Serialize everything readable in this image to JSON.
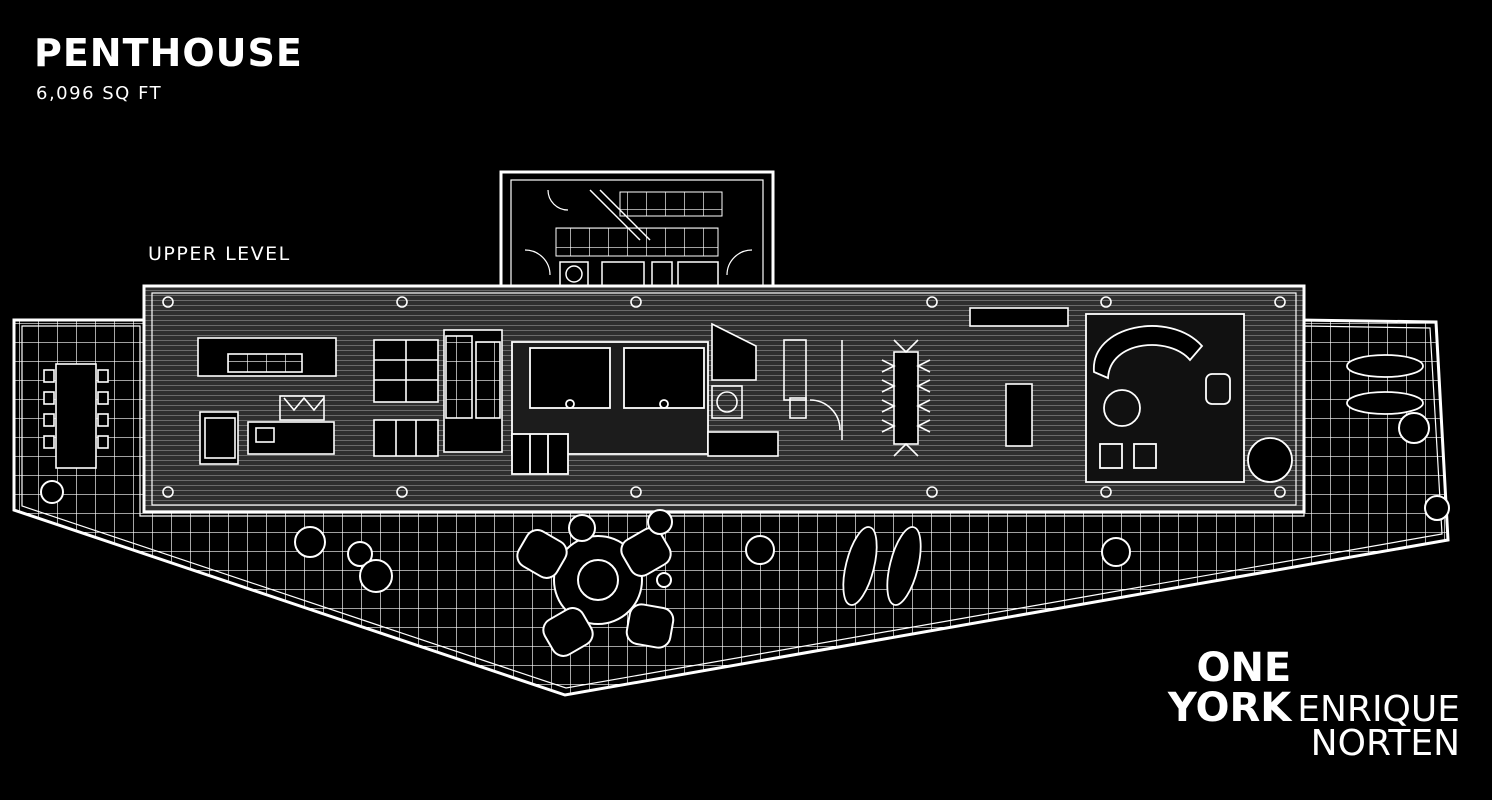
{
  "header": {
    "title": "PENTHOUSE",
    "area": "6,096 SQ FT"
  },
  "plan": {
    "level_label": "UPPER LEVEL"
  },
  "brand": {
    "line1": "ONE",
    "line2_bold": "YORK",
    "line2_light": "ENRIQUE",
    "line3": "NORTEN"
  },
  "colors": {
    "background": "#000000",
    "lines": "#ffffff",
    "interior_floor": "#3a3a3a"
  }
}
